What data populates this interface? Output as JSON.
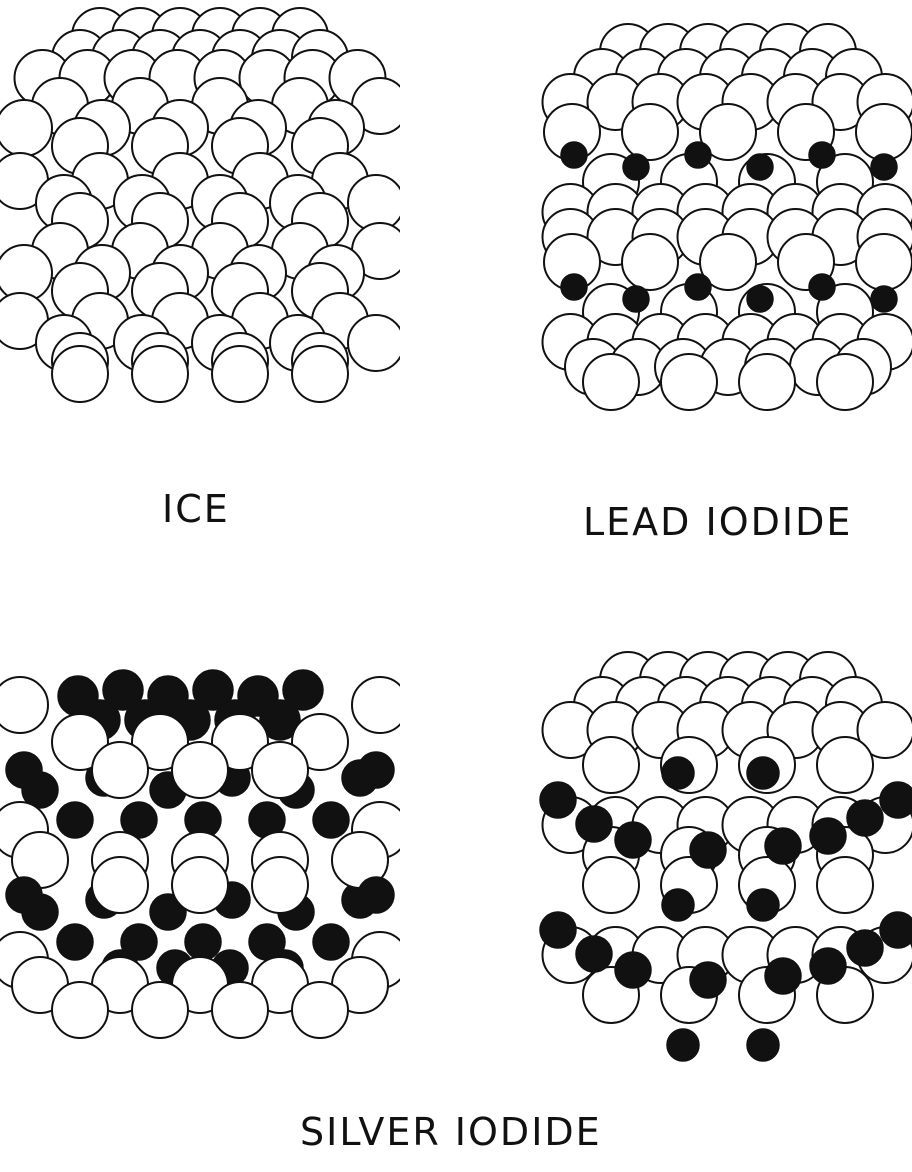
{
  "figure": {
    "panels": [
      {
        "id": "ice",
        "label": "ICE"
      },
      {
        "id": "lead-iodide",
        "label": "LEAD IODIDE"
      },
      {
        "id": "silver-iodide-a"
      },
      {
        "id": "silver-iodide-b"
      }
    ],
    "shared_label": "SILVER IODIDE",
    "colors": {
      "large_atom": "#ffffff",
      "small_atom": "#111111",
      "outline": "#111111"
    }
  }
}
